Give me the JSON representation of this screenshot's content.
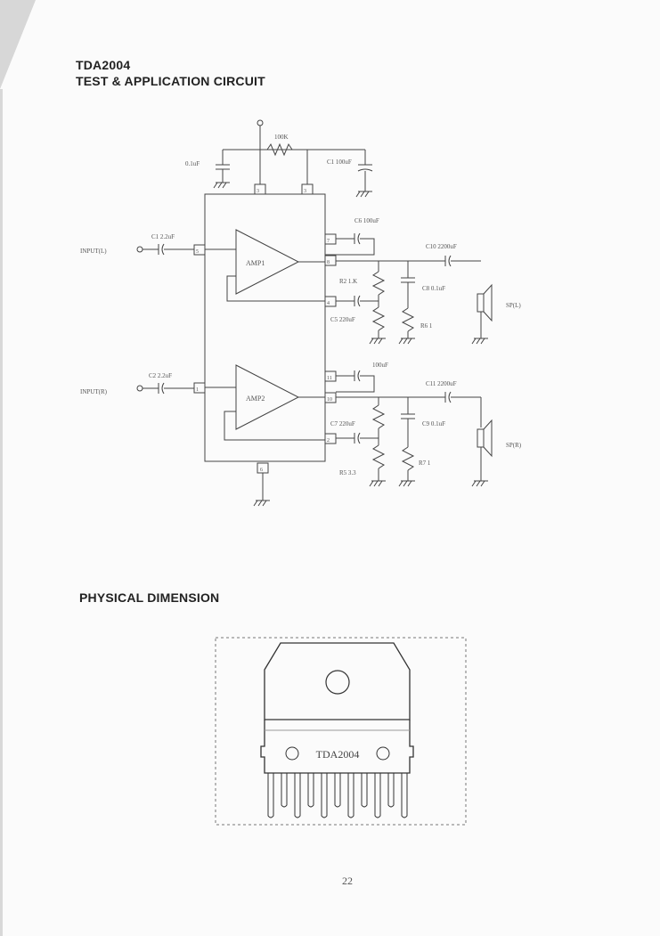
{
  "header": {
    "part_number": "TDA2004",
    "circuit_title": "TEST & APPLICATION CIRCUIT"
  },
  "circuit": {
    "amplifiers": [
      "AMP1",
      "AMP2"
    ],
    "inputs": [
      "INPUT(L)",
      "INPUT(R)"
    ],
    "speakers": [
      "SP(L)",
      "SP(R)"
    ],
    "pins": [
      "3",
      "3",
      "5",
      "7",
      "8",
      "4",
      "1",
      "11",
      "10",
      "2",
      "6"
    ],
    "labels": {
      "supply_cap": "0.1uF",
      "feedback_res": "100K",
      "c1": "C1 100uF",
      "c_in_left": "C1 2.2uF",
      "c_in_right": "C2 2.2uF",
      "c_boot_left": "C6 100uF",
      "c_out_left": "C10 2200uF",
      "r2": "R2 1.K",
      "c8": "C8 0.1uF",
      "c5": "C5 220uF",
      "r6": "R6 1",
      "c_boot_right": "100uF",
      "c_out_right": "C11 2200uF",
      "c7": "C7 220uF",
      "c9": "C9 0.1uF",
      "r5": "R5 3.3",
      "r7": "R7 1"
    }
  },
  "physical_dimension": {
    "title": "PHYSICAL DIMENSION",
    "package_label": "TDA2004",
    "lead_count": 11
  },
  "footer": {
    "page_number": "22"
  }
}
